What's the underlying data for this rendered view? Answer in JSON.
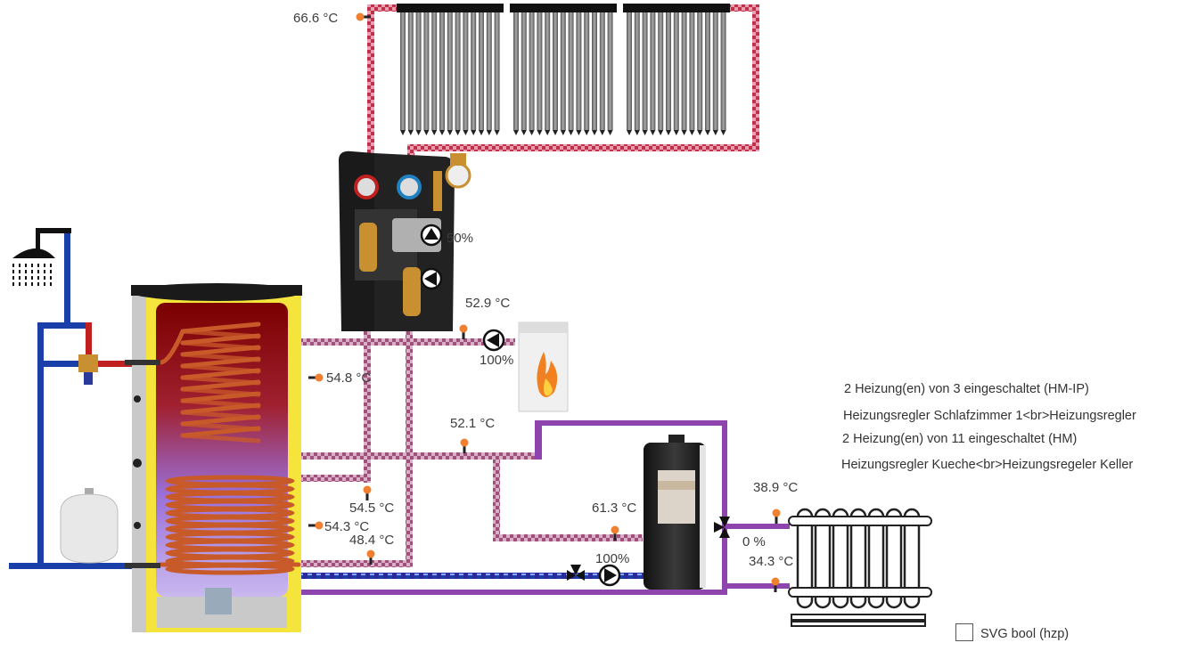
{
  "sensors": {
    "collector_temp": "66.6 °C",
    "boiler_heater_temp": "52.9 °C",
    "tank_upper_temp": "54.8 °C",
    "heater_return_temp": "52.1 °C",
    "tank_pipe_temp": "54.5 °C",
    "tank_middle_temp": "54.3 °C",
    "tank_lower_temp": "48.4 °C",
    "stove_temp": "61.3 °C",
    "radiator_supply_temp": "38.9 °C",
    "radiator_return_temp": "34.3 °C"
  },
  "pumps": {
    "solar_pump_percent": "50%",
    "heater_pump_percent": "100%",
    "stove_pump_percent": "100%",
    "mixer_percent": "0 %"
  },
  "status": {
    "line1": "2 Heizung(en) von 3 eingeschaltet (HM-IP)",
    "line2": "Heizungsregler Schlafzimmer 1<br>Heizungsregler",
    "line3": "2 Heizung(en) von 11 eingeschaltet (HM)",
    "line4": "Heizungsregler Kueche<br>Heizungsregeler Keller"
  },
  "checkbox": {
    "label": "SVG bool (hzp)",
    "checked": false
  },
  "colors": {
    "hot": "#c0304a",
    "warm_dotted": "#b5557a",
    "cold": "#1a3fa8",
    "heating_circuit": "#8e44ad",
    "tank_shell": "#f5e43b",
    "coil": "#c85a2a",
    "sensor": "#f08030"
  }
}
